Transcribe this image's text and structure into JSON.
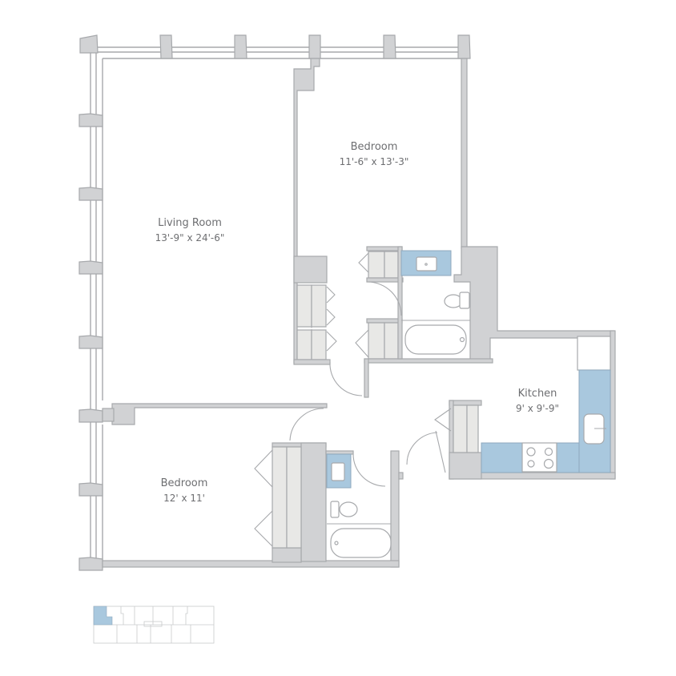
{
  "floorplan": {
    "rooms": [
      {
        "id": "living-room",
        "name": "Living Room",
        "dimensions": "13'-9\" x 24'-6\""
      },
      {
        "id": "bedroom-1",
        "name": "Bedroom",
        "dimensions": "11'-6\" x 13'-3\""
      },
      {
        "id": "kitchen",
        "name": "Kitchen",
        "dimensions": "9' x 9'-9\""
      },
      {
        "id": "bedroom-2",
        "name": "Bedroom",
        "dimensions": "12' x 11'"
      }
    ],
    "colors": {
      "wall_fill": "#d1d2d4",
      "wall_stroke": "#a7a9ac",
      "counter_blue": "#a9c8de",
      "closet_fill": "#e8e8e6",
      "label_text": "#6d6e71",
      "keyplan_highlight": "#a9c8de"
    },
    "keyplan": {
      "highlighted_unit": "top-left corner unit"
    }
  }
}
